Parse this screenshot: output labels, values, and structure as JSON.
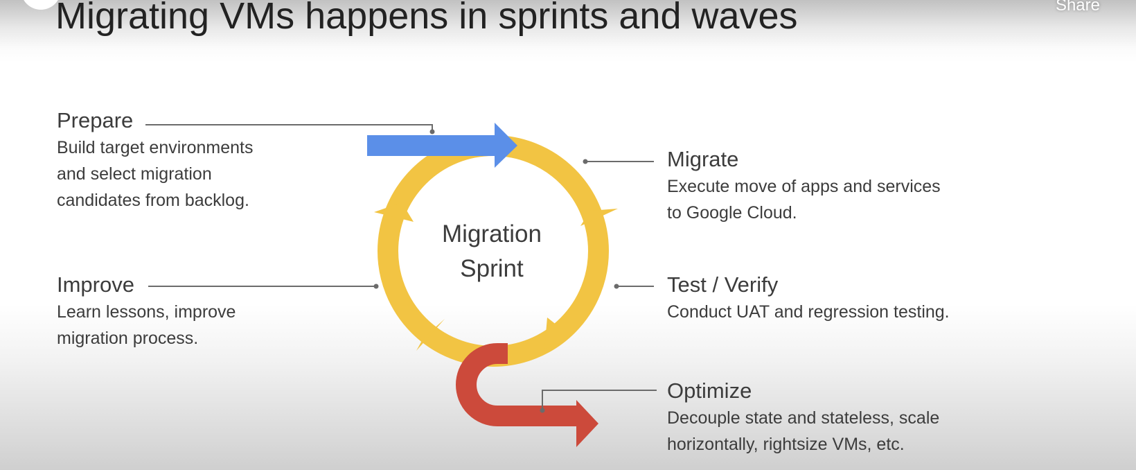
{
  "title": "Migrating VMs happens in sprints and waves",
  "share_label": "Share",
  "center": {
    "line1": "Migration",
    "line2": "Sprint"
  },
  "stages": {
    "prepare": {
      "title": "Prepare",
      "description": "Build target environments\nand select migration\ncandidates from backlog."
    },
    "migrate": {
      "title": "Migrate",
      "description": "Execute move of apps and services\nto Google Cloud."
    },
    "test": {
      "title": "Test / Verify",
      "description": "Conduct UAT and regression testing."
    },
    "improve": {
      "title": "Improve",
      "description": "Learn lessons, improve\nmigration process."
    },
    "optimize": {
      "title": "Optimize",
      "description": "Decouple state and stateless, scale\nhorizontally, rightsize VMs, etc."
    }
  },
  "colors": {
    "cycle": "#f2c443",
    "entry_arrow": "#5b8fe8",
    "exit_arrow": "#cc4a3b",
    "connector": "#6b6b6b"
  }
}
